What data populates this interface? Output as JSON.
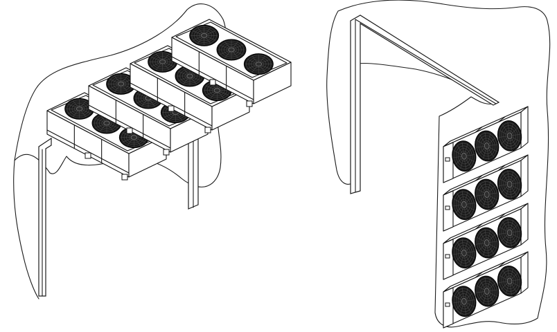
{
  "figure": {
    "roof_installation": {
      "units": [
        {
          "fans": 3
        },
        {
          "fans": 3
        },
        {
          "fans": 3
        },
        {
          "fans": 3
        }
      ]
    },
    "wall_installation": {
      "units": [
        {
          "fans": 3
        },
        {
          "fans": 3
        },
        {
          "fans": 3
        },
        {
          "fans": 3
        }
      ]
    },
    "colors": {
      "line": "#1a1a1a",
      "fan": "#1b1b1b",
      "background": "#ffffff"
    }
  }
}
